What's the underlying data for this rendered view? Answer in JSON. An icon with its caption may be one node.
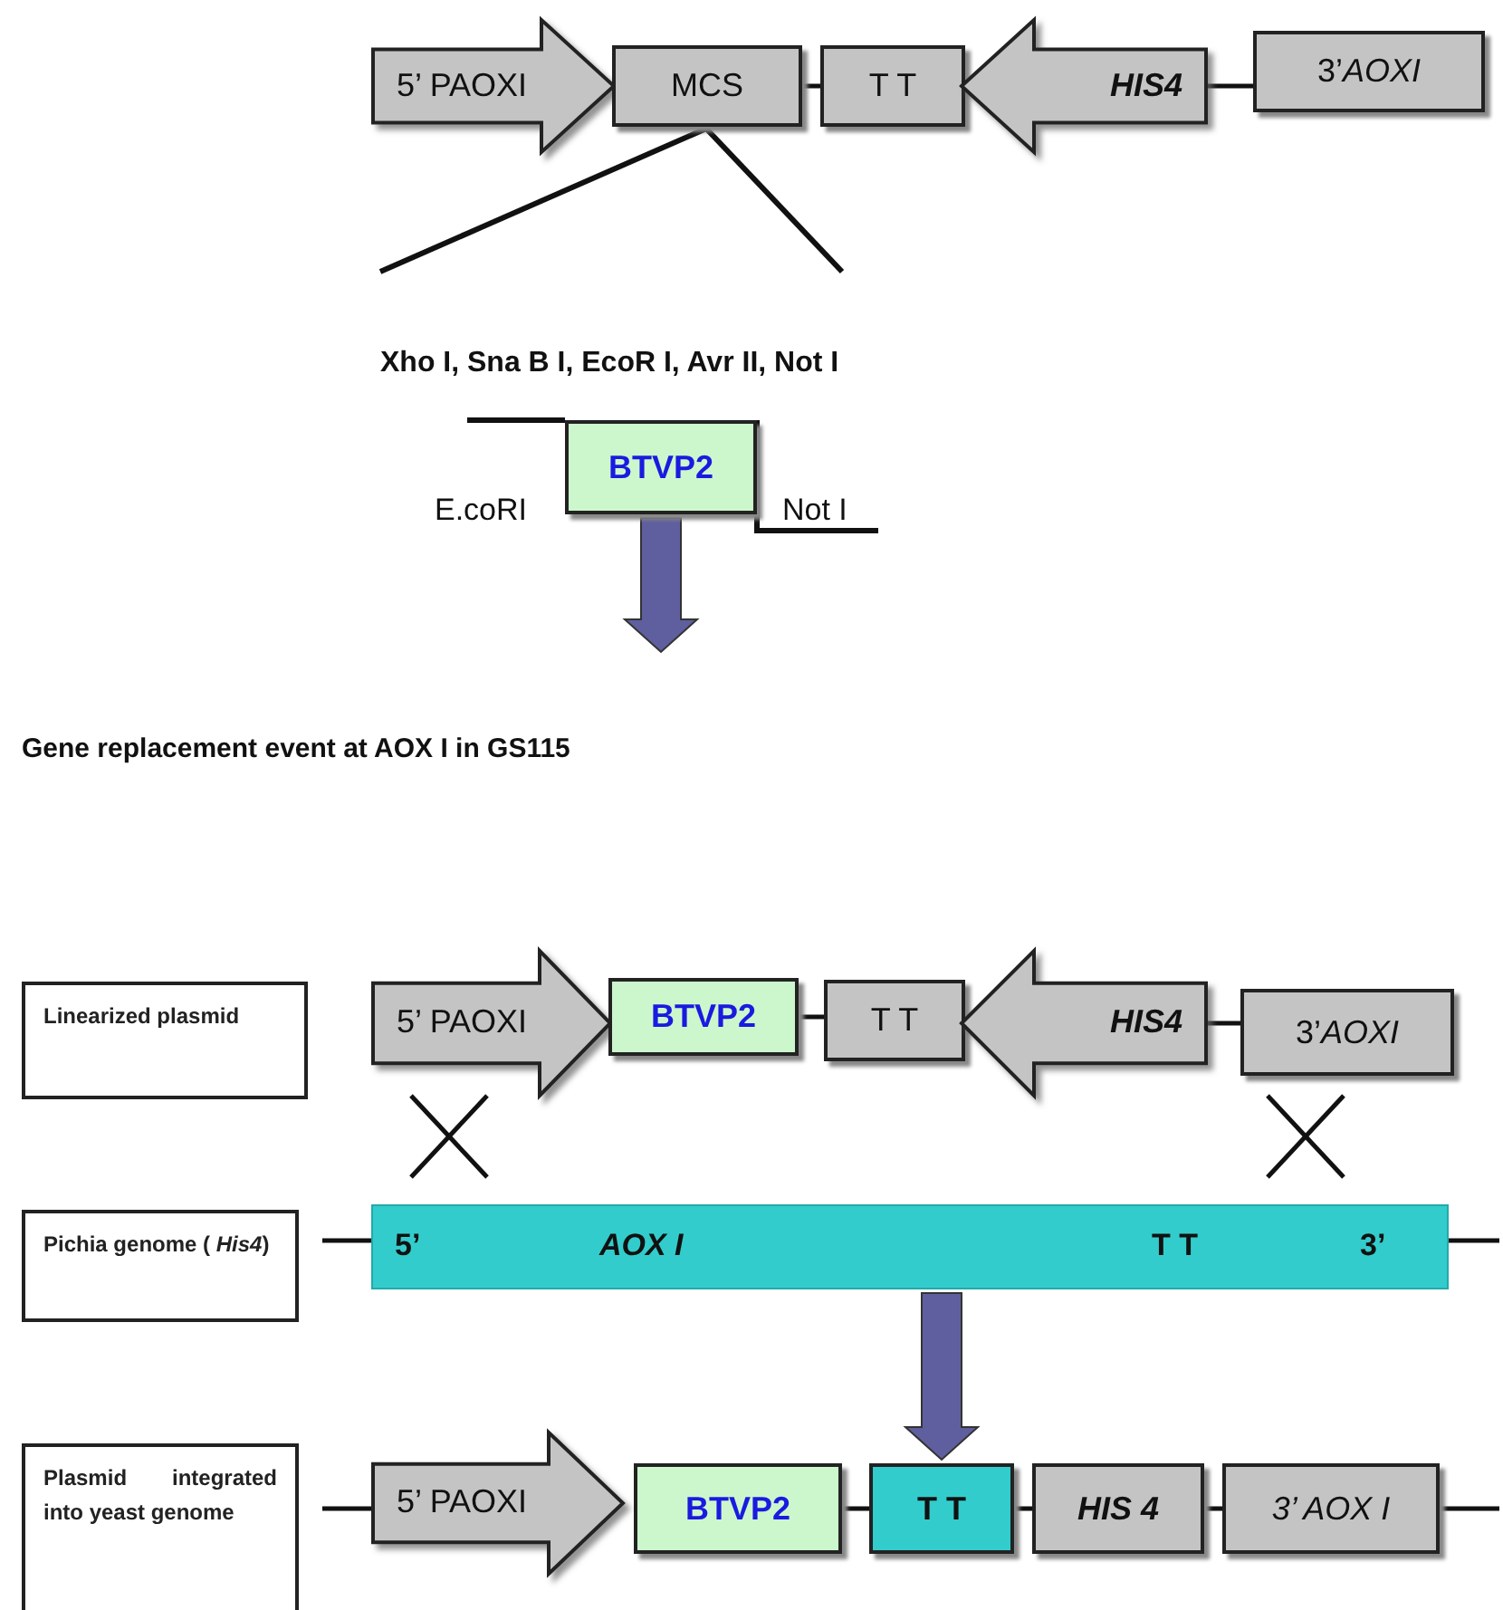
{
  "diagram": {
    "nodes": [
      {
        "text": [
          "5’ PAOXI"
        ]
      },
      {
        "text": [
          "MCS"
        ]
      },
      {
        "text": [
          "T T"
        ]
      },
      {
        "text": [
          "HIS4"
        ]
      },
      {
        "text": [
          "3’*AOXI*"
        ]
      },
      {
        "text": [
          "BTVP2"
        ]
      },
      {
        "text": [
          "Linearized plasmid"
        ]
      },
      {
        "text": [
          "5’ PAOXI"
        ]
      },
      {
        "text": [
          "BTVP2"
        ]
      },
      {
        "text": [
          "T T"
        ]
      },
      {
        "text": [
          "HIS4"
        ]
      },
      {
        "text": [
          "3’*AOXI*"
        ]
      },
      {
        "text": [
          "Pichia genome ( *His4*)"
        ]
      },
      {
        "text": [
          "5’",
          "AOX I",
          "T T",
          "3’"
        ]
      },
      {
        "text": [
          "Plasmid integrated into yeast genome"
        ]
      },
      {
        "text": [
          "5’ PAOXI"
        ]
      },
      {
        "text": [
          "BTVP2"
        ]
      },
      {
        "text": [
          "T T"
        ]
      },
      {
        "text": [
          "HIS 4"
        ]
      },
      {
        "text": [
          "3’ AOX I"
        ]
      }
    ],
    "edges": [
      {
        "from": 1,
        "to": 2,
        "arrow": "none"
      },
      {
        "from": 3,
        "to": 4,
        "arrow": "none"
      },
      {
        "from": 5,
        "to": null,
        "arrow": "to",
        "style": "thick",
        "color": "#5f5f9f"
      },
      {
        "from": 8,
        "to": 9,
        "arrow": "none"
      },
      {
        "from": 10,
        "to": 11,
        "arrow": "none"
      },
      {
        "from": 13,
        "to": 17,
        "arrow": "to",
        "style": "thick",
        "color": "#5f5f9f"
      },
      {
        "from": 16,
        "to": 17,
        "arrow": "none"
      },
      {
        "from": 17,
        "to": 18,
        "arrow": "none"
      },
      {
        "from": 18,
        "to": 19,
        "arrow": "none"
      }
    ],
    "labels": [
      "Xho I, Sna B I, EcoR I, Avr II, Not I",
      "E.coRI",
      "Not I",
      "Gene replacement event at AOX I in GS115"
    ]
  }
}
